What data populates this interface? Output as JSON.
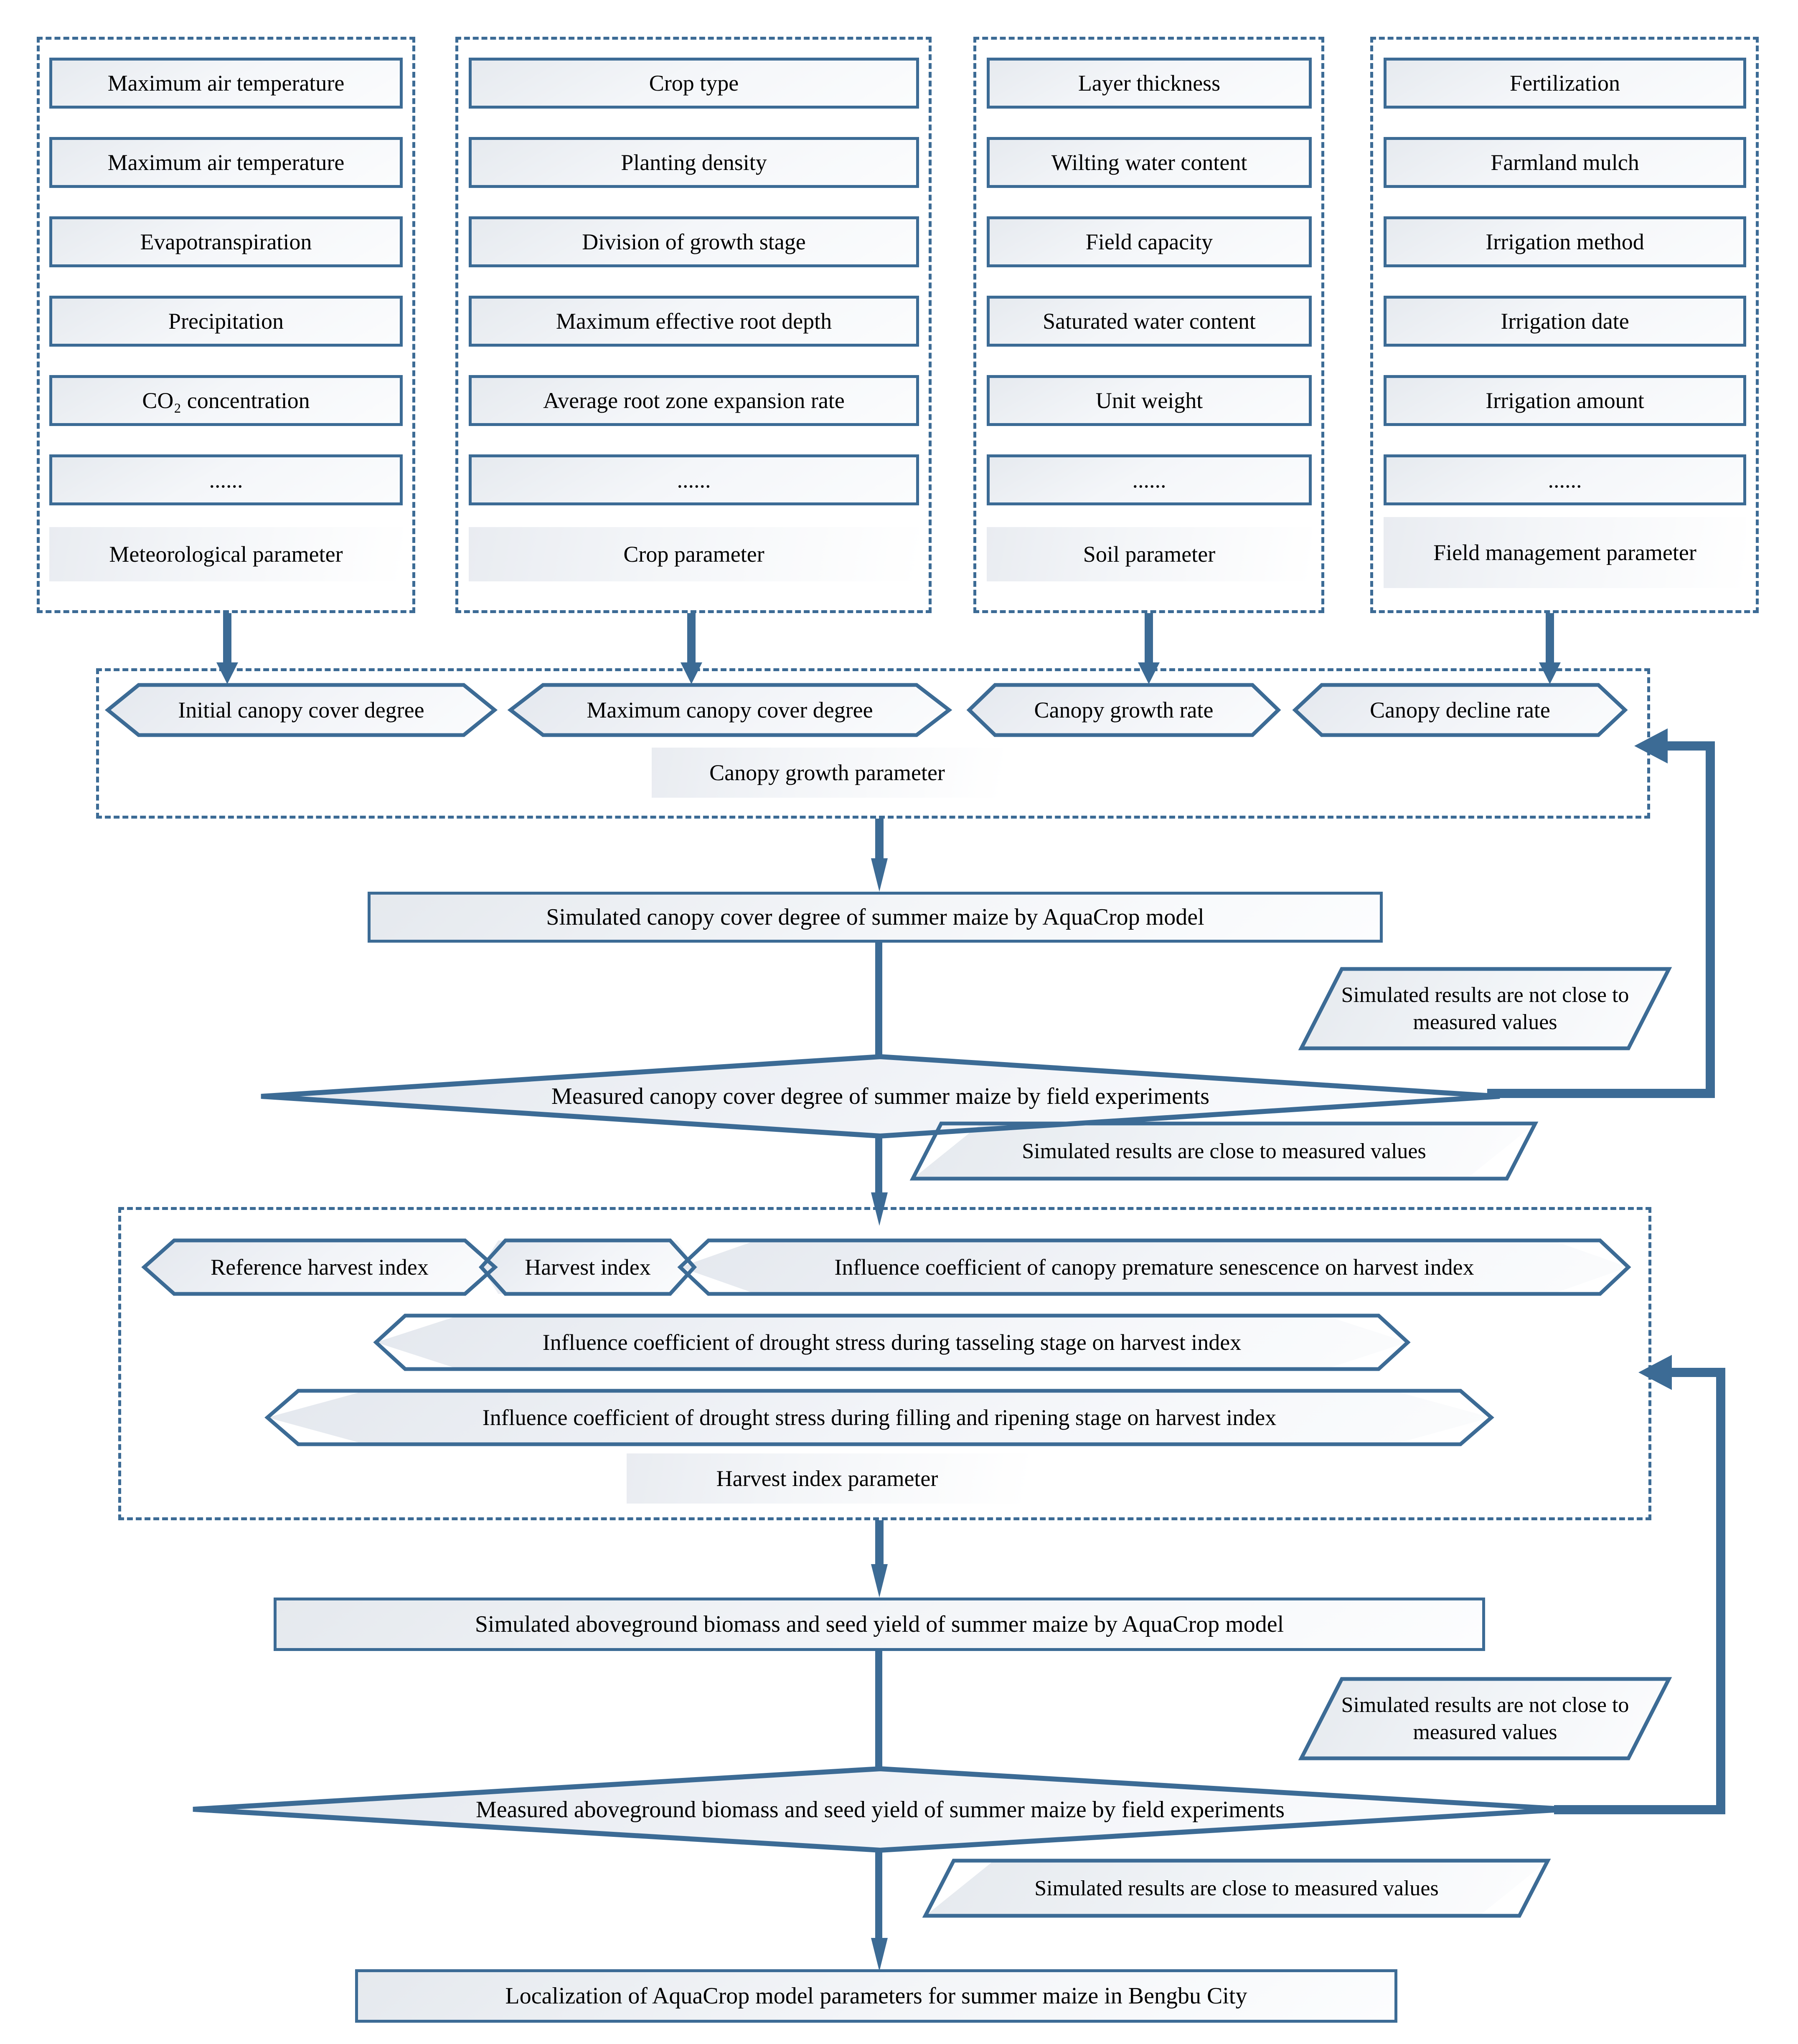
{
  "accent_color": "#3c6b95",
  "shape_fill": "#f2f4f8",
  "input_groups": [
    {
      "id": "meteorological",
      "caption": "Meteorological parameter",
      "items": [
        "Maximum air temperature",
        "Maximum air temperature",
        "Evapotranspiration",
        "Precipitation",
        "CO₂ concentration",
        "......"
      ]
    },
    {
      "id": "crop",
      "caption": "Crop parameter",
      "items": [
        "Crop type",
        "Planting density",
        "Division of growth stage",
        "Maximum effective root depth",
        "Average root zone expansion rate",
        "......"
      ]
    },
    {
      "id": "soil",
      "caption": "Soil parameter",
      "items": [
        "Layer thickness",
        "Wilting water content",
        "Field capacity",
        "Saturated water content",
        "Unit weight",
        "......"
      ]
    },
    {
      "id": "field-management",
      "caption": "Field management parameter",
      "items": [
        "Fertilization",
        "Farmland mulch",
        "Irrigation method",
        "Irrigation date",
        "Irrigation amount",
        "......"
      ]
    }
  ],
  "canopy_group": {
    "caption": "Canopy growth parameter",
    "items": [
      "Initial canopy cover degree",
      "Maximum canopy cover degree",
      "Canopy growth rate",
      "Canopy decline rate"
    ]
  },
  "harvest_group": {
    "caption": "Harvest index parameter",
    "row1": [
      "Reference harvest index",
      "Harvest index",
      "Influence coefficient of canopy premature senescence on harvest index"
    ],
    "row2": "Influence coefficient of drought stress during tasseling stage on harvest index",
    "row3": "Influence coefficient of drought stress during filling and ripening stage on harvest index"
  },
  "process": {
    "simulated_canopy": "Simulated canopy cover degree of summer maize by AquaCrop model",
    "measured_canopy": "Measured canopy cover degree of summer maize by field experiments",
    "simulated_biomass": "Simulated aboveground biomass and seed yield of summer maize by AquaCrop model",
    "measured_biomass": "Measured aboveground biomass and seed yield of summer maize by field experiments",
    "final": "Localization of AquaCrop model parameters for summer maize in Bengbu City"
  },
  "labels": {
    "not_close_1": "Simulated results are not close to measured values",
    "close_1": "Simulated results are close to measured values",
    "not_close_2": "Simulated results are not close to measured values",
    "close_2": "Simulated results are close to measured values"
  }
}
